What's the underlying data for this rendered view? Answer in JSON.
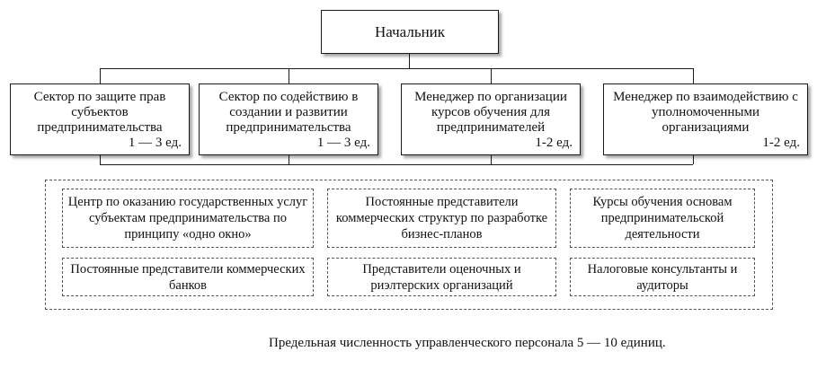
{
  "title": "Начальник",
  "sectors": [
    {
      "label": "Сектор по защите прав субъектов предпринимательства",
      "count": "1 — 3 ед."
    },
    {
      "label": "Сектор по содействию в создании и развитии предпринимательства",
      "count": "1 — 3 ед."
    },
    {
      "label": "Менеджер по организации курсов обучения для предпринимателей",
      "count": "1-2 ед."
    },
    {
      "label": "Менеджер по взаимодействию с уполномоченными организациями",
      "count": "1-2 ед."
    }
  ],
  "units": [
    "Центр по оказанию государственных услуг субъектам предпринимательства по принципу «одно окно»",
    "Постоянные представители коммерческих структур по разработке бизнес-планов",
    "Курсы обучения основам предпринимательской деятельности",
    "Постоянные представители коммерческих банков",
    "Представители оценочных и риэлтерских организаций",
    "Налоговые консультанты и аудиторы"
  ],
  "footer": "Предельная численность управленческого персонала 5 — 10 единиц."
}
